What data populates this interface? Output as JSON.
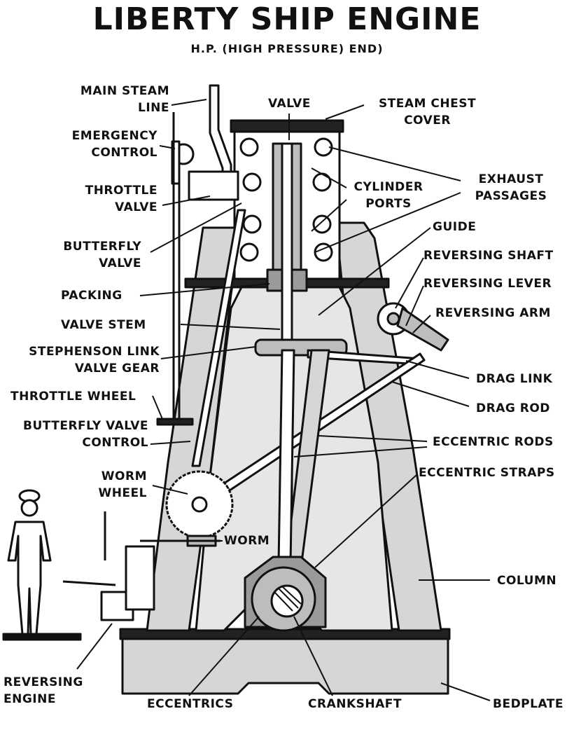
{
  "title": "LIBERTY SHIP ENGINE",
  "subtitle": "H.P. (HIGH PRESSURE) END)",
  "labels": {
    "main_steam_line_1": "MAIN STEAM",
    "main_steam_line_2": "LINE",
    "emergency_control_1": "EMERGENCY",
    "emergency_control_2": "CONTROL",
    "throttle_valve_1": "THROTTLE",
    "throttle_valve_2": "VALVE",
    "butterfly_valve_1": "BUTTERFLY",
    "butterfly_valve_2": "VALVE",
    "packing": "PACKING",
    "valve_stem": "VALVE STEM",
    "stephenson_1": "STEPHENSON LINK",
    "stephenson_2": "VALVE GEAR",
    "throttle_wheel": "THROTTLE WHEEL",
    "butterfly_control_1": "BUTTERFLY VALVE",
    "butterfly_control_2": "CONTROL",
    "worm_wheel_1": "WORM",
    "worm_wheel_2": "WHEEL",
    "worm": "WORM",
    "reversing_engine_1": "REVERSING",
    "reversing_engine_2": "ENGINE",
    "eccentrics": "ECCENTRICS",
    "crankshaft": "CRANKSHAFT",
    "bedplate": "BEDPLATE",
    "valve": "VALVE",
    "steam_chest_1": "STEAM CHEST",
    "steam_chest_2": "COVER",
    "exhaust_1": "EXHAUST",
    "exhaust_2": "PASSAGES",
    "cylinder_ports_1": "CYLINDER",
    "cylinder_ports_2": "PORTS",
    "guide": "GUIDE",
    "reversing_shaft": "REVERSING SHAFT",
    "reversing_lever": "REVERSING LEVER",
    "reversing_arm": "REVERSING ARM",
    "drag_link": "DRAG LINK",
    "drag_rod": "DRAG ROD",
    "eccentric_rods": "ECCENTRIC RODS",
    "eccentric_straps": "ECCENTRIC STRAPS",
    "column": "COLUMN"
  },
  "colors": {
    "ink": "#111111",
    "fill": "#d6d6d6",
    "cast": "#bdbdbd",
    "paper": "#ffffff"
  }
}
